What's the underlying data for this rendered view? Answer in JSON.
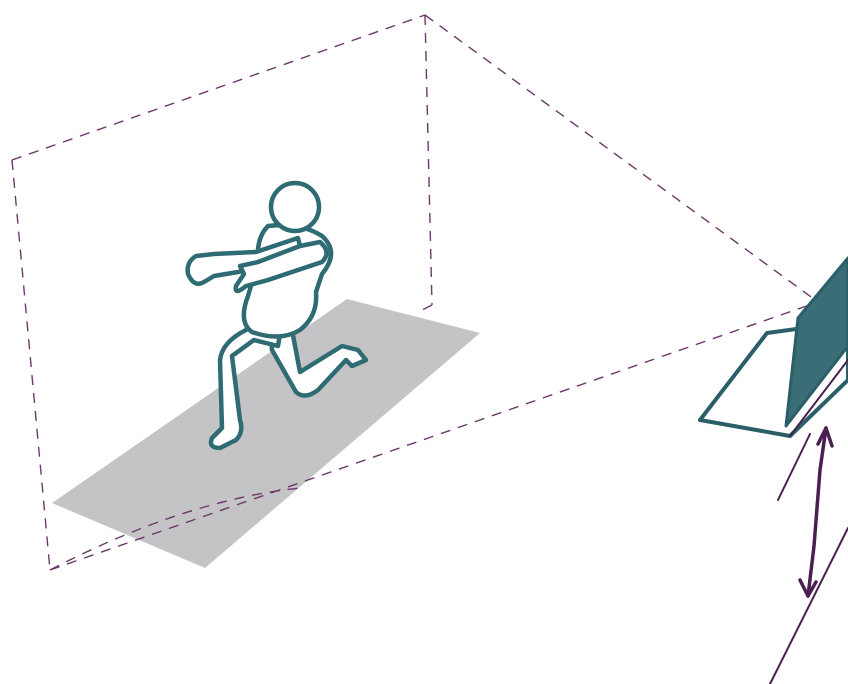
{
  "colors": {
    "frustum": "#6b3a6b",
    "mat": "#c4c4c6",
    "teal": "#2f6b72",
    "teal_dark": "#2a5f67",
    "screen": "#3b6d77",
    "stand": "#4a2050"
  },
  "scene": {
    "elements": [
      "camera-field-of-view-frustum",
      "exercise-mat",
      "person-lunge-figure",
      "tablet-device-on-stand",
      "device-height-arrow"
    ]
  }
}
